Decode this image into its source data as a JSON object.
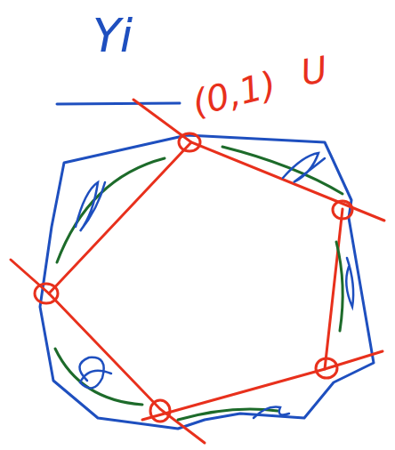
{
  "diagram": {
    "labels": [
      "Yi",
      "(0,1)",
      "U"
    ]
  }
}
